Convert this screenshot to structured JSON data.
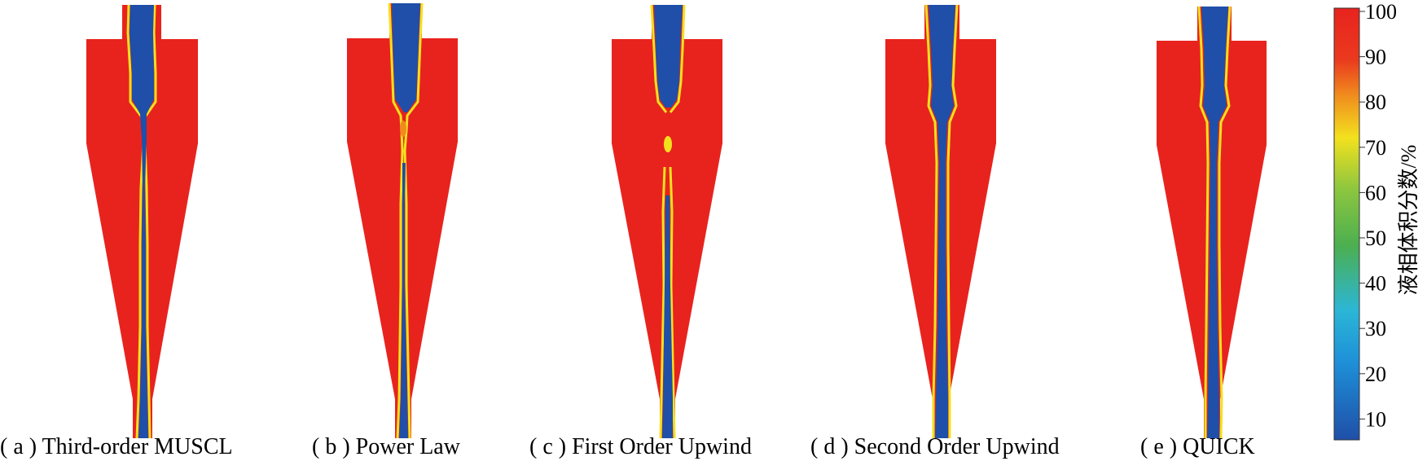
{
  "panels": [
    {
      "id": "a",
      "caption": "( a ) Third-order MUSCL"
    },
    {
      "id": "b",
      "caption": "( b ) Power Law"
    },
    {
      "id": "c",
      "caption": "( c ) First Order Upwind"
    },
    {
      "id": "d",
      "caption": "( d ) Second Order Upwind"
    },
    {
      "id": "e",
      "caption": "( e ) QUICK"
    }
  ],
  "colorbar": {
    "title": "液相体积分数/%",
    "ticks": [
      "100",
      "90",
      "80",
      "70",
      "60",
      "50",
      "40",
      "30",
      "20",
      "10"
    ],
    "colors": {
      "red": "#e8231e",
      "orange": "#f08a1e",
      "yellow": "#f3e11e",
      "green": "#5db531",
      "cyan": "#2bb6d6",
      "blue": "#1f4fa8"
    }
  }
}
